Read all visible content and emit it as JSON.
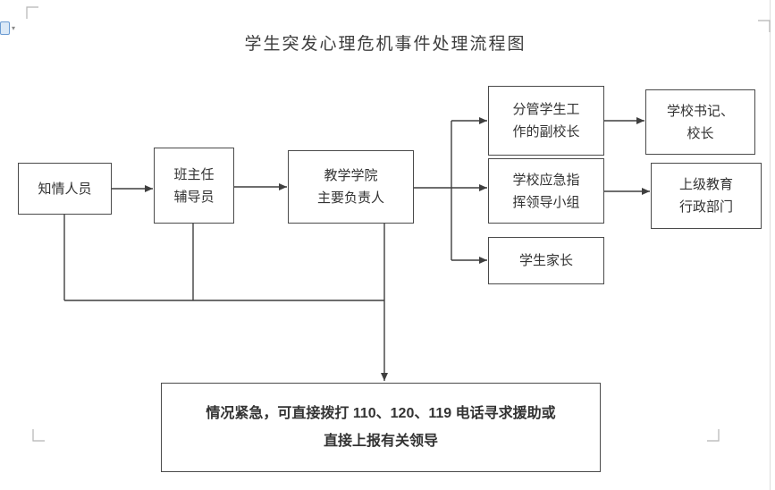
{
  "title": "学生突发心理危机事件处理流程图",
  "nodes": {
    "informed": {
      "line1": "知情人员"
    },
    "head_teacher": {
      "line1": "班主任",
      "line2": "辅导员"
    },
    "college": {
      "line1": "教学学院",
      "line2": "主要负责人"
    },
    "vice_president": {
      "line1": "分管学生工",
      "line2": "作的副校长"
    },
    "secretary_president": {
      "line1": "学校书记、",
      "line2": "校长"
    },
    "emergency_group": {
      "line1": "学校应急指",
      "line2": "挥领导小组"
    },
    "higher_edu_dept": {
      "line1": "上级教育",
      "line2": "行政部门"
    },
    "parents": {
      "line1": "学生家长"
    },
    "emergency_note": {
      "line1": "情况紧急，可直接拨打 110、120、119 电话寻求援助或",
      "line2": "直接上报有关领导"
    }
  },
  "icons": {
    "dropdown_caret": "▾"
  },
  "colors": {
    "wire": "#3f3f3f",
    "box_border": "#4a4a4a",
    "text": "#333333",
    "corner_mark": "#b5b5b5"
  }
}
